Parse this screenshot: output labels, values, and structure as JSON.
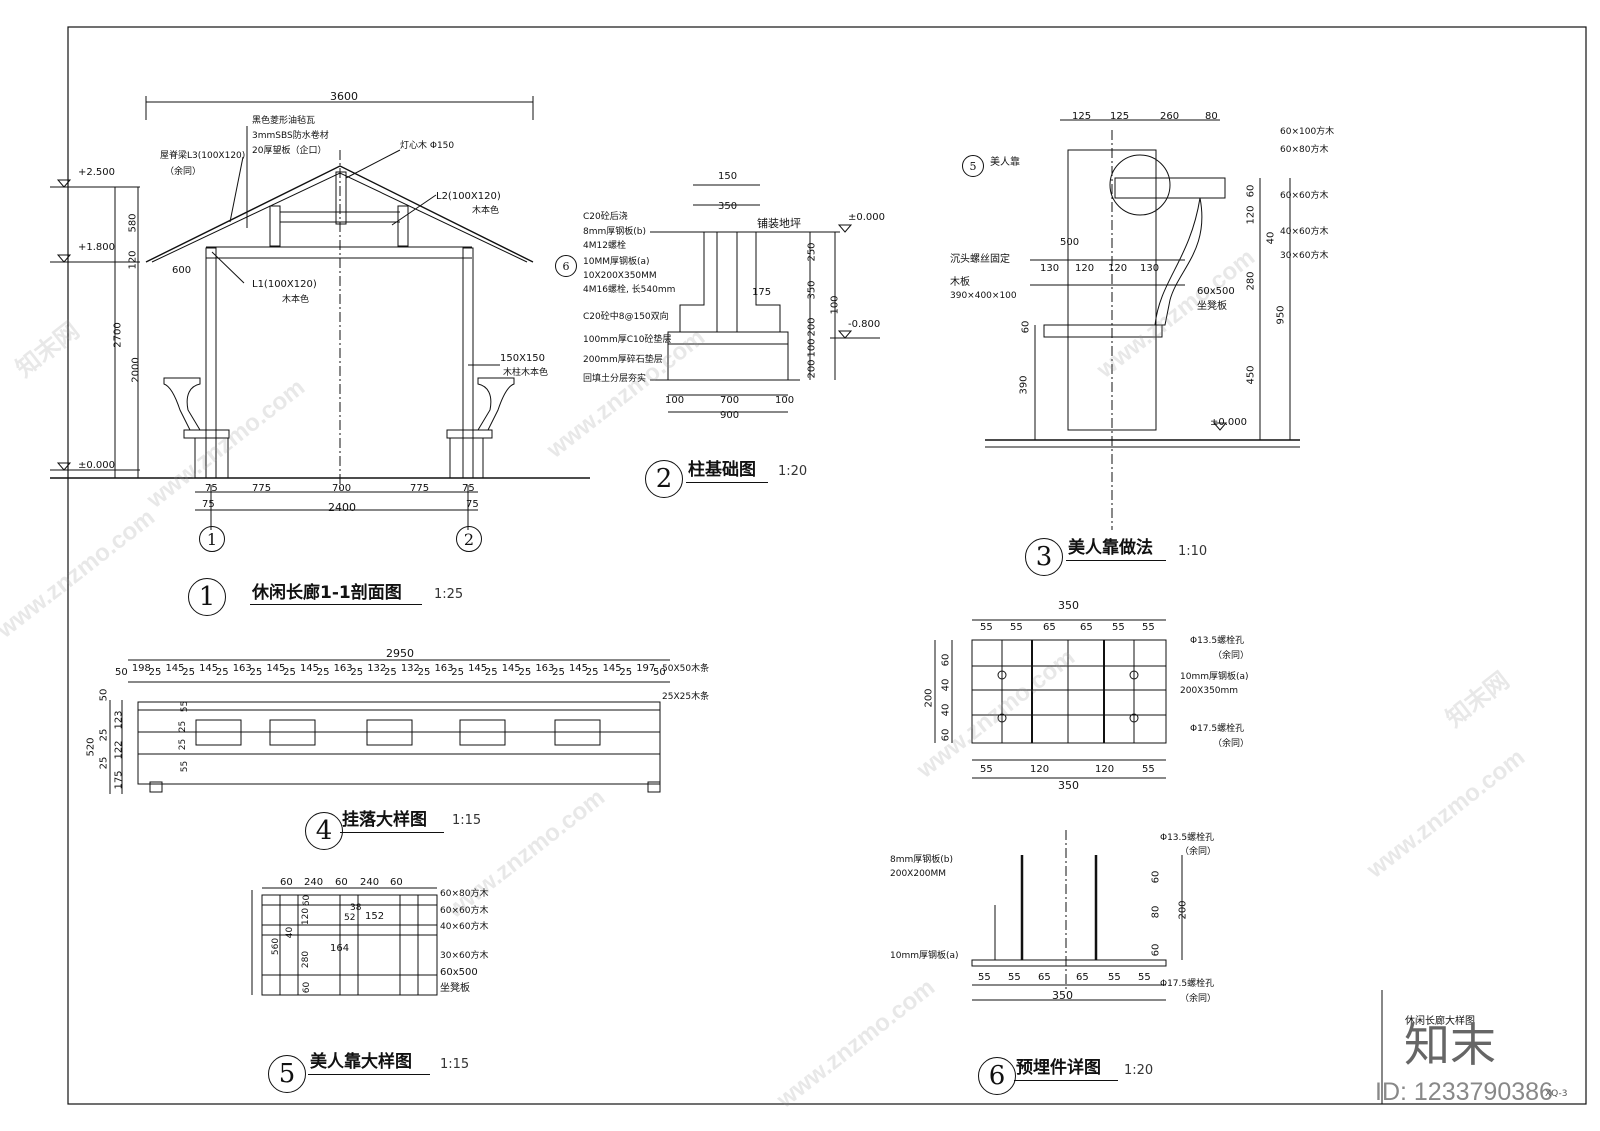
{
  "drawing": {
    "d1": {
      "number": "1",
      "title": "休闲长廊1-1剖面图",
      "scale": "1:25",
      "overall_width": "3600",
      "bottom_dims": [
        "75",
        "775",
        "700",
        "775",
        "75"
      ],
      "bottom_dim_lower": "75",
      "bottom_total": "2400",
      "axis_left": "1",
      "axis_right": "2",
      "elevations": [
        "+2.500",
        "+1.800",
        "±0.000"
      ],
      "height_dims": [
        "580",
        "120",
        "2700",
        "2000"
      ],
      "overhang": "600",
      "labels": {
        "tiles": "黑色菱形油毡瓦",
        "waterproof": "3mmSBS防水卷材",
        "board": "20厚望板（企口）",
        "ridge_beam": "屋脊梁L3(100X120)",
        "note_same": "（余同）",
        "core_wood": "灯心木 Φ150",
        "l2": "L2(100X120)",
        "wood_color": "木本色",
        "l1": "L1(100X120)",
        "column": "150X150",
        "column_note": "木柱木本色"
      }
    },
    "d2": {
      "number": "2",
      "title": "柱基础图",
      "scale": "1:20",
      "top_dims": [
        "150",
        "350"
      ],
      "paving": "铺装地坪",
      "elev_top": "±0.000",
      "elev_bot": "-0.800",
      "section_mark": "6",
      "labels": [
        "C20砼后浇",
        "8mm厚钢板(b)",
        "4M12螺栓",
        "10MM厚钢板(a)",
        "10X200X350MM",
        "4M16螺栓, 长540mm",
        "C20砼中8@150双向",
        "100mm厚C10砼垫层",
        "200mm厚碎石垫层",
        "回填土分层夯实"
      ],
      "dim_175": "175",
      "right_dims": [
        "250",
        "350",
        "100",
        "200",
        "100",
        "200"
      ],
      "bottom_dims": [
        "100",
        "700",
        "100"
      ],
      "bottom_total": "900"
    },
    "d3": {
      "number": "3",
      "title": "美人靠做法",
      "scale": "1:10",
      "top_dims": [
        "125",
        "125",
        "260",
        "80"
      ],
      "ref_mark": "5",
      "ref_label": "美人靠",
      "labels_right": [
        "60×100方木",
        "60×80方木",
        "60×60方木",
        "40×60方木",
        "30×60方木"
      ],
      "right_dims": [
        "60",
        "120",
        "40",
        "280",
        "950",
        "450"
      ],
      "dim_500": "500",
      "inner_dims": [
        "130",
        "120",
        "120",
        "130"
      ],
      "screw": "沉头螺丝固定",
      "board": "木板",
      "board_size": "390×400×100",
      "seat": "60x500",
      "seat_label": "坐凳板",
      "left_dims": [
        "60",
        "390"
      ],
      "elev": "±0.000"
    },
    "d4": {
      "number": "4",
      "title": "挂落大样图",
      "scale": "1:15",
      "total": "2950",
      "top_dims": [
        "50",
        "198",
        "25",
        "145",
        "25",
        "145",
        "25",
        "163",
        "25",
        "145",
        "25",
        "145",
        "25",
        "163",
        "25",
        "132",
        "25",
        "132",
        "25",
        "163",
        "25",
        "145",
        "25",
        "145",
        "25",
        "163",
        "25",
        "145",
        "25",
        "145",
        "25",
        "197",
        "50"
      ],
      "label_a": "50X50木条",
      "label_b": "25X25木条",
      "left_dims": [
        "50",
        "123",
        "25",
        "122",
        "520",
        "25",
        "175"
      ],
      "inner_dims": [
        "55",
        "25",
        "25",
        "55"
      ]
    },
    "d5": {
      "number": "5",
      "title": "美人靠大样图",
      "scale": "1:15",
      "top_dims": [
        "60",
        "240",
        "60",
        "240",
        "60"
      ],
      "labels": [
        "60×80方木",
        "60×60方木",
        "40×60方木",
        "30×60方木",
        "60x500",
        "坐凳板"
      ],
      "inner_dims": [
        "38",
        "52",
        "152",
        "164"
      ],
      "left_dims": [
        "60",
        "120",
        "40",
        "560",
        "280",
        "60"
      ]
    },
    "d6": {
      "number": "6",
      "title": "预埋件详图",
      "scale": "1:20",
      "plan": {
        "top_total": "350",
        "top_dims": [
          "55",
          "55",
          "65",
          "65",
          "55",
          "55"
        ],
        "left_dims": [
          "60",
          "40",
          "40",
          "60"
        ],
        "left_total": "200",
        "bottom_dims": [
          "55",
          "120",
          "120",
          "55"
        ],
        "bottom_total": "350",
        "labels": [
          "Φ13.5螺栓孔",
          "（余同）",
          "10mm厚钢板(a)",
          "200X350mm",
          "Φ17.5螺栓孔",
          "（余同）"
        ]
      },
      "elevation": {
        "labels": [
          "8mm厚钢板(b)",
          "200X200MM",
          "10mm厚钢板(a)",
          "Φ13.5螺栓孔",
          "（余同）",
          "Φ17.5螺栓孔",
          "（余同）"
        ],
        "right_dims": [
          "60",
          "80",
          "60",
          "200"
        ],
        "bottom_dims": [
          "55",
          "55",
          "65",
          "65",
          "55",
          "55"
        ],
        "bottom_total": "350"
      }
    },
    "sheet_name": "休闲长廊大样图",
    "sheet_code": "XQ-3"
  },
  "watermark": {
    "brand": "知末",
    "site": "www.znzmo.com",
    "site_cn": "知末网",
    "id": "ID: 1233790386"
  }
}
